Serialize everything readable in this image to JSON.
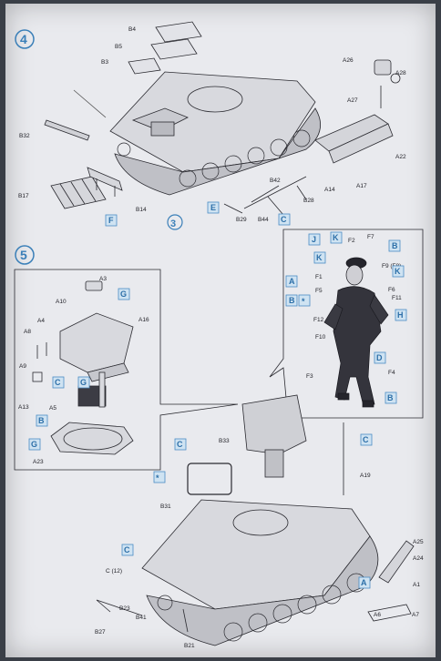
{
  "steps": [
    {
      "number": "4"
    },
    {
      "number": "3"
    },
    {
      "number": "5"
    }
  ],
  "parts_labels": {
    "b4": "B4",
    "b5": "B5",
    "b3": "B3",
    "b32": "B32",
    "b17": "B17",
    "b14": "B14",
    "b42": "B42",
    "b28": "B28",
    "b29": "B29",
    "b44": "B44",
    "a14": "A14",
    "a17": "A17",
    "a22": "A22",
    "a26": "A26",
    "a28": "A28",
    "a27": "A27",
    "f2": "F2",
    "f7": "F7",
    "f9": "F9 (F8)",
    "f1": "F1",
    "f5": "F5",
    "f6": "F6",
    "f11": "F11",
    "f12": "F12",
    "f10": "F10",
    "f3": "F3",
    "f4": "F4",
    "a3": "A3",
    "a10": "A10",
    "a16": "A16",
    "a8": "A8",
    "a4": "A4",
    "a9": "A9",
    "a13": "A13",
    "a5": "A5",
    "a23": "A23",
    "b33": "B33",
    "b31": "B31",
    "a19": "A19",
    "a25": "A25",
    "a24": "A24",
    "a1": "A1",
    "a6": "A6",
    "a7": "A7",
    "c12": "C (12)",
    "b23": "B23",
    "b41": "B41",
    "b27": "B27",
    "b21": "B21"
  },
  "color_callouts": {
    "f_box": "F",
    "e_box": "E",
    "c_box_1": "C",
    "j_box": "J",
    "k_box_1": "K",
    "b_box_1": "B",
    "k_box_2": "K",
    "k_box_3": "K",
    "a_box_1": "A",
    "b_box_2": "B",
    "star_1": "*",
    "h_box": "H",
    "d_box": "D",
    "b_box_3": "B",
    "g_box_1": "G",
    "c_box_2": "C",
    "g_box_2": "G",
    "b_box_4": "B",
    "g_box_3": "G",
    "c_box_3": "C",
    "c_box_4": "C",
    "star_2": "*",
    "c_box_5": "C",
    "a_box_2": "A"
  },
  "colors": {
    "callout_fill": "#cfe3f2",
    "callout_stroke": "#4a8cc4",
    "step_number": "#3a7fb8",
    "line_art": "#2a2a30",
    "paper": "#e9eaee"
  }
}
